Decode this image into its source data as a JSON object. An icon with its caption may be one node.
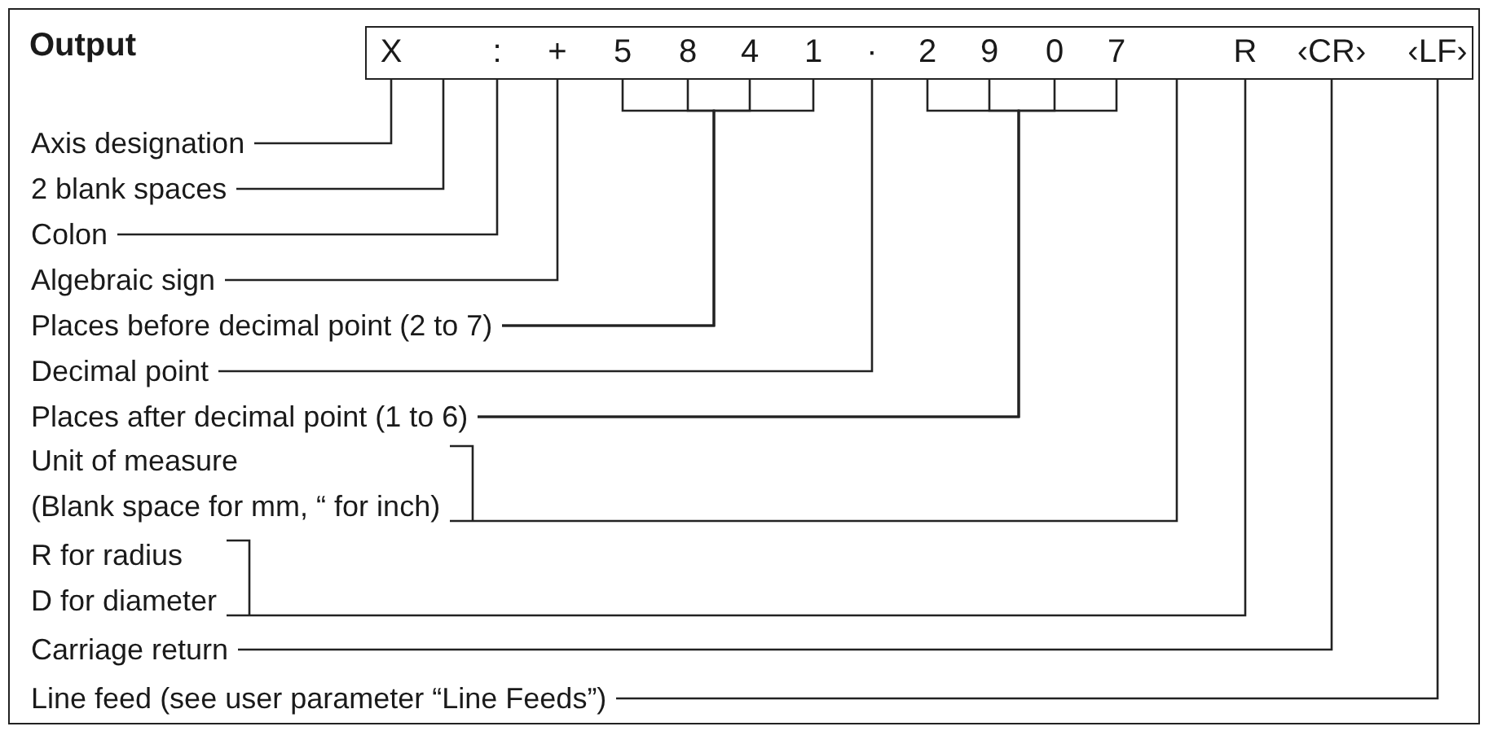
{
  "diagram": {
    "nodes": [
      {
        "text": [
          "Output"
        ]
      },
      {
        "text": [],
        "shape": "box",
        "in": 0
      },
      {
        "text": [
          "X"
        ],
        "in": 1
      },
      {
        "text": [
          ":"
        ],
        "in": 1
      },
      {
        "text": [
          "+"
        ],
        "in": 1
      },
      {
        "text": [
          "5"
        ],
        "in": 1
      },
      {
        "text": [
          "8"
        ],
        "in": 1
      },
      {
        "text": [
          "4"
        ],
        "in": 1
      },
      {
        "text": [
          "1"
        ],
        "in": 1
      },
      {
        "text": [
          "·"
        ],
        "in": 1
      },
      {
        "text": [
          "2"
        ],
        "in": 1
      },
      {
        "text": [
          "9"
        ],
        "in": 1
      },
      {
        "text": [
          "0"
        ],
        "in": 1
      },
      {
        "text": [
          "7"
        ],
        "in": 1
      },
      {
        "text": [
          "R"
        ],
        "in": 1
      },
      {
        "text": [
          "‹CR›"
        ],
        "in": 1
      },
      {
        "text": [
          "‹LF›"
        ],
        "in": 1
      },
      {
        "text": [
          "Axis designation"
        ],
        "in": 0
      },
      {
        "text": [
          "2 blank spaces"
        ],
        "in": 0
      },
      {
        "text": [
          "Colon"
        ],
        "in": 0
      },
      {
        "text": [
          "Algebraic sign"
        ],
        "in": 0
      },
      {
        "text": [
          "Places before decimal point (2 to 7)"
        ],
        "in": 0
      },
      {
        "text": [
          "Decimal point"
        ],
        "in": 0
      },
      {
        "text": [
          "Places after decimal point (1 to 6)"
        ],
        "in": 0
      },
      {
        "text": [
          "Unit of measure",
          "(Blank space for mm, “ for inch)"
        ],
        "in": 0
      },
      {
        "text": [
          "R for radius",
          "D for diameter"
        ],
        "in": 0
      },
      {
        "text": [
          "Carriage return"
        ],
        "in": 0
      },
      {
        "text": [
          "Line feed (see user parameter “Line Feeds”)"
        ],
        "in": 0
      }
    ],
    "edges": [
      {
        "from": 17,
        "to": 2,
        "arrow": "none"
      },
      {
        "from": 18,
        "to": 1,
        "arrow": "none"
      },
      {
        "from": 19,
        "to": 3,
        "arrow": "none"
      },
      {
        "from": 20,
        "to": 4,
        "arrow": "none"
      },
      {
        "from": 21,
        "to": 5,
        "arrow": "none"
      },
      {
        "from": 21,
        "to": 6,
        "arrow": "none"
      },
      {
        "from": 21,
        "to": 7,
        "arrow": "none"
      },
      {
        "from": 21,
        "to": 8,
        "arrow": "none"
      },
      {
        "from": 22,
        "to": 9,
        "arrow": "none"
      },
      {
        "from": 23,
        "to": 10,
        "arrow": "none"
      },
      {
        "from": 23,
        "to": 11,
        "arrow": "none"
      },
      {
        "from": 23,
        "to": 12,
        "arrow": "none"
      },
      {
        "from": 23,
        "to": 13,
        "arrow": "none"
      },
      {
        "from": 24,
        "to": 1,
        "arrow": "none"
      },
      {
        "from": 25,
        "to": 14,
        "arrow": "none"
      },
      {
        "from": 26,
        "to": 15,
        "arrow": "none"
      },
      {
        "from": 27,
        "to": 16,
        "arrow": "none"
      }
    ]
  }
}
